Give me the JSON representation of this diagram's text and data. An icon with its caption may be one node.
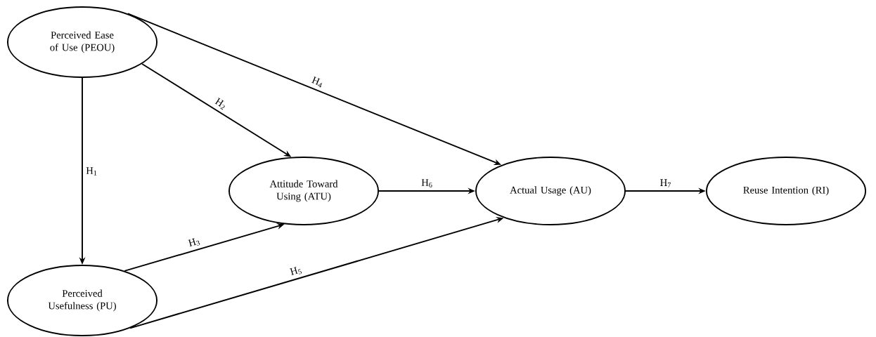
{
  "diagram": {
    "nodes": [
      {
        "text": [
          "Perceived Ease of Use (PEOU)"
        ]
      },
      {
        "text": [
          "Perceived Usefulness (PU)"
        ]
      },
      {
        "text": [
          "Attitude Toward Using (ATU)"
        ]
      },
      {
        "text": [
          "Actual Usage (AU)"
        ]
      },
      {
        "text": [
          "Reuse Intention (RI)"
        ]
      }
    ],
    "edges": [
      {
        "from": 0,
        "to": 1,
        "arrow": "to",
        "label": "H$_{1}$"
      },
      {
        "from": 0,
        "to": 2,
        "arrow": "to",
        "label": "H$_{2}$"
      },
      {
        "from": 1,
        "to": 2,
        "arrow": "to",
        "label": "H$_{3}$"
      },
      {
        "from": 0,
        "to": 3,
        "arrow": "to",
        "label": "H$_{4}$"
      },
      {
        "from": 1,
        "to": 3,
        "arrow": "to",
        "label": "H$_{5}$"
      },
      {
        "from": 2,
        "to": 3,
        "arrow": "to",
        "label": "H$_{6}$"
      },
      {
        "from": 3,
        "to": 4,
        "arrow": "to",
        "label": "H$_{7}$"
      }
    ]
  }
}
